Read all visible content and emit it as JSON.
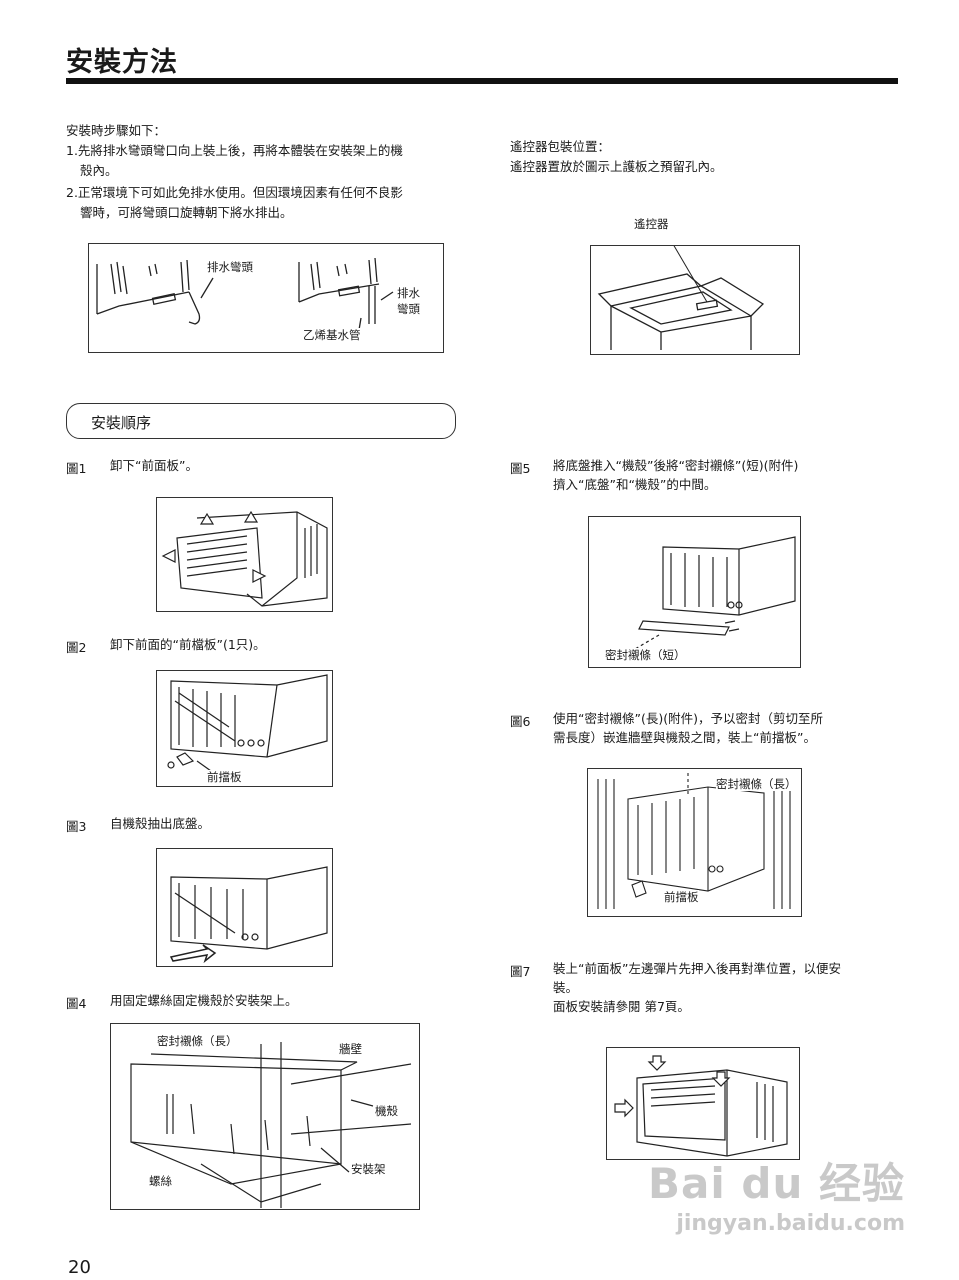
{
  "page": {
    "title": "安裝方法",
    "page_number": "20"
  },
  "intro": {
    "heading": "安裝時步驟如下：",
    "step1_line1": "1.先將排水彎頭彎口向上裝上後，再將本體裝在安裝架上的機",
    "step1_line2": "殼內。",
    "step2_line1": "2.正常環境下可如此免排水使用。但因環境因素有任何不良影",
    "step2_line2": "響時，可將彎頭口旋轉朝下將水排出。",
    "fig_labels": {
      "drain_elbow": "排水彎頭",
      "drain_elbow_right_1": "排水",
      "drain_elbow_right_2": "彎頭",
      "pipe": "乙烯基水管"
    }
  },
  "remote": {
    "heading": "遙控器包裝位置：",
    "text": "遙控器置放於圖示上護板之預留孔內。",
    "fig_label": "遙控器"
  },
  "section": {
    "title": "安裝順序"
  },
  "steps": [
    {
      "num": "圖1",
      "text": "卸下“前面板”。"
    },
    {
      "num": "圖2",
      "text": "卸下前面的“前檔板”(1只)。",
      "label": "前擋板"
    },
    {
      "num": "圖3",
      "text": "自機殼抽出底盤。"
    },
    {
      "num": "圖4",
      "text": "用固定螺絲固定機殼於安裝架上。",
      "labels": {
        "seal_long": "密封襯條（長）",
        "wall": "牆壁",
        "casing": "機殼",
        "screw": "螺絲",
        "rack": "安裝架"
      }
    },
    {
      "num": "圖5",
      "line1": "將底盤推入“機殼”後將“密封襯條”(短)(附件)",
      "line2": "擠入“底盤”和“機殼”的中間。",
      "label": "密封襯條（短）"
    },
    {
      "num": "圖6",
      "line1": "使用“密封襯條”(長)(附件)，予以密封（剪切至所",
      "line2": "需長度）嵌進牆壁與機殼之間，裝上“前擋板”。",
      "labels": {
        "seal_long": "密封襯條（長）",
        "front_baffle": "前擋板"
      }
    },
    {
      "num": "圖7",
      "line1": "裝上“前面板”左邊彈片先押入後再對準位置，以便安",
      "line2": "裝。",
      "line3": "面板安裝請參閱  第7頁。"
    }
  ],
  "watermark": {
    "line1": "Bai du 经验",
    "line2": "jingyan.baidu.com"
  }
}
